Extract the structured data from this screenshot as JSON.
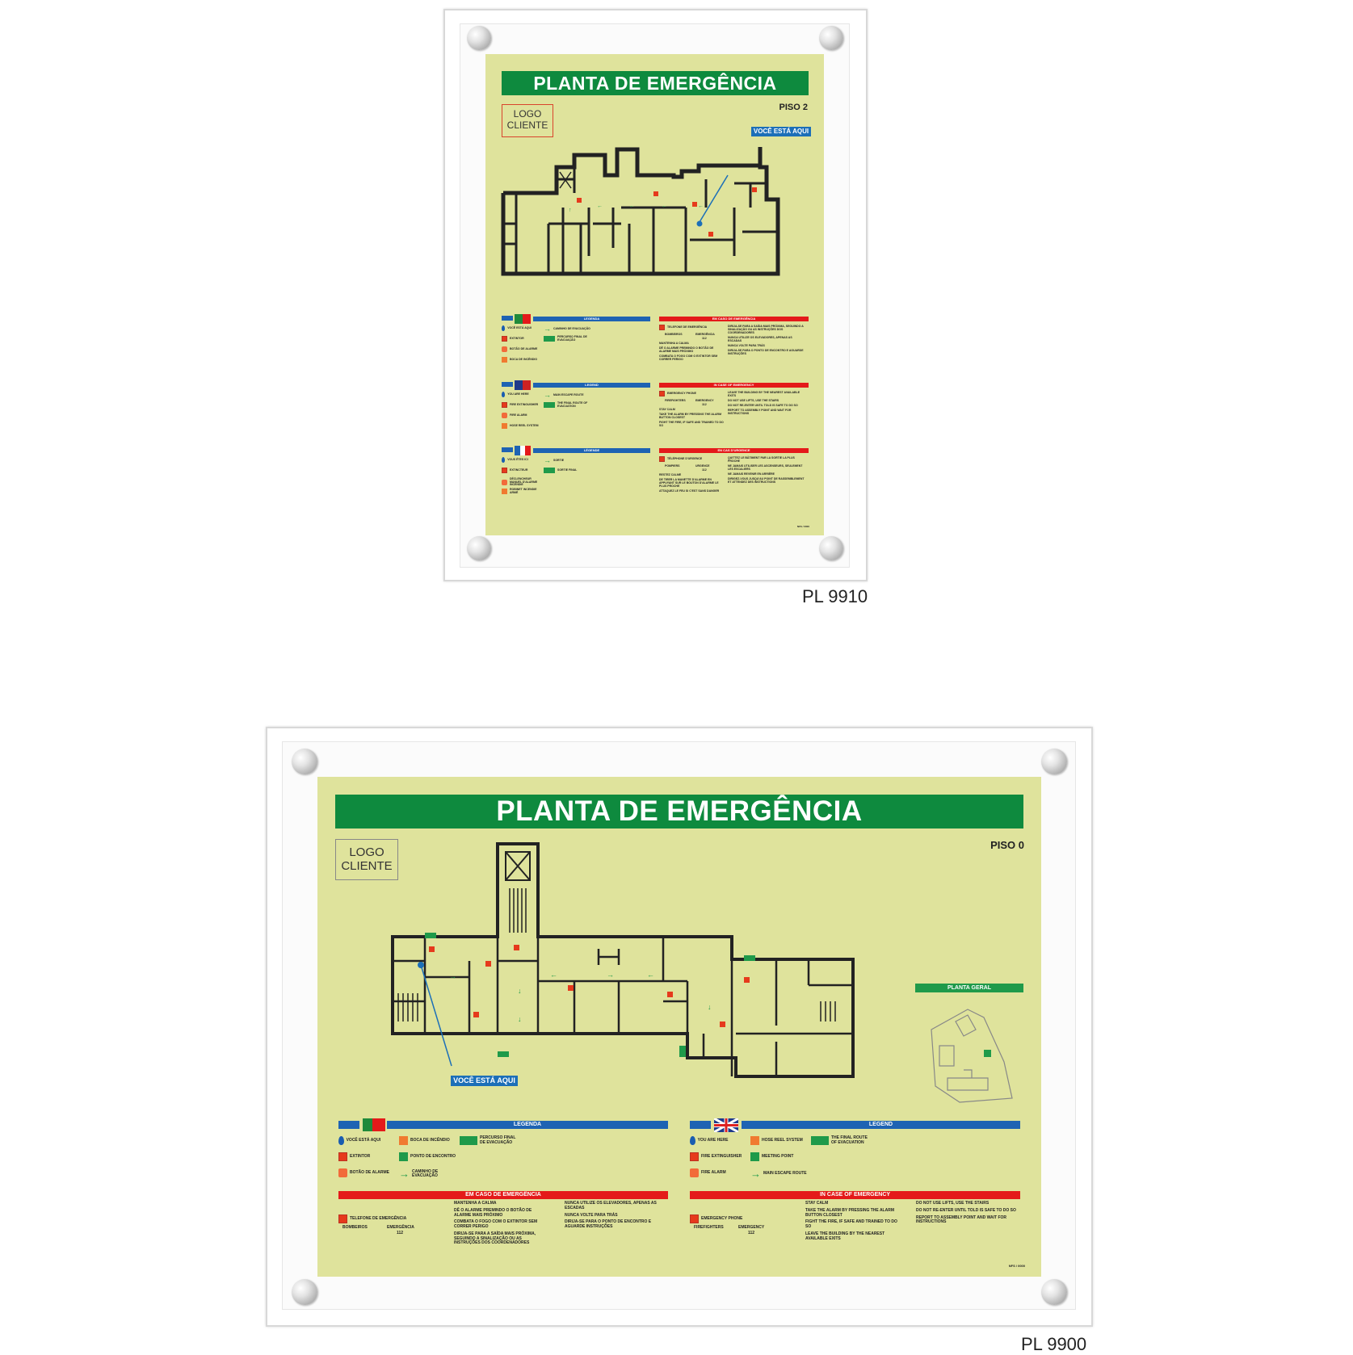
{
  "colors": {
    "panel": "#dfe39c",
    "title": "#0e8a3e",
    "legend_bar": "#1e63b3",
    "emergency_bar": "#e41a1a",
    "you_are_here": "#1c6fb8"
  },
  "top_sign": {
    "code": "PL 9910",
    "title": "PLANTA DE EMERGÊNCIA",
    "logo": [
      "LOGO",
      "CLIENTE"
    ],
    "floor": "PISO 2",
    "you_are_here": "VOCÊ ESTÁ AQUI",
    "sections": [
      {
        "legend": "LEGENDA",
        "emergency": "EM CASO DE EMERGÊNCIA",
        "items": [
          "VOCÊ ESTÁ AQUI",
          "EXTINTOR",
          "BOTÃO DE ALARME",
          "BOCA DE INCÊNDIO",
          "CAMINHO DE EVACUAÇÃO",
          "PERCURSO FINAL DE EVACUAÇÃO"
        ],
        "phone": "TELEFONE DE EMERGÊNCIA",
        "phone_cols": [
          "BOMBEIROS",
          "EMERGÊNCIA"
        ],
        "number": "112",
        "left": [
          "MANTENHA A CALMA",
          "DÊ O ALARME PREMINDO O BOTÃO DE ALARME MAIS PRÓXIMO",
          "COMBATA O FOGO COM O EXTINTOR SEM CORRER PERIGO"
        ],
        "right": [
          "DIRIJA-SE PARA A SAÍDA MAIS PRÓXIMA, SEGUINDO A SINALIZAÇÃO OU AS INSTRUÇÕES DOS COORDENADORES",
          "NUNCA UTILIZE OS ELEVADORES, APENAS AS ESCADAS",
          "NUNCA VOLTE PARA TRÁS",
          "DIRIJA-SE PARA O PONTO DE ENCONTRO E AGUARDE INSTRUÇÕES"
        ]
      },
      {
        "legend": "LEGEND",
        "emergency": "IN CASE OF EMERGENCY",
        "items": [
          "YOU ARE HERE",
          "FIRE EXTINGUISHER",
          "FIRE ALARM",
          "HOSE REEL SYSTEM",
          "MAIN ESCAPE ROUTE",
          "THE FINAL ROUTE OF EVACUATION"
        ],
        "phone": "EMERGENCY PHONE",
        "phone_cols": [
          "FIREFIGHTERS",
          "EMERGENCY"
        ],
        "number": "112",
        "left": [
          "STAY CALM",
          "TAKE THE ALARM BY PRESSING THE ALARM BUTTON CLOSEST",
          "FIGHT THE FIRE, IF SAFE AND TRAINED TO DO SO"
        ],
        "right": [
          "LEAVE THE BUILDING BY THE NEAREST AVAILABLE EXITS",
          "DO NOT USE LIFTS, USE THE STAIRS",
          "DO NOT RE-ENTER UNTIL TOLD IS SAFE TO DO SO",
          "REPORT TO ASSEMBLY POINT AND WAIT FOR INSTRUCTIONS"
        ]
      },
      {
        "legend": "LÉGENDE",
        "emergency": "EN CAS D'URGENCE",
        "items": [
          "VOUS ÊTES ICI",
          "EXTINCTEUR",
          "DÉCLENCHEUR MANUEL D'ALARME INCENDIE",
          "ROBINET INCENDIE ARMÉ",
          "SORTIE",
          "SORTIE FINAL"
        ],
        "phone": "TÉLÉPHONE D'URGENCE",
        "phone_cols": [
          "POMPIERS",
          "URGENCE"
        ],
        "number": "112",
        "left": [
          "RESTEZ CALME",
          "DE TIRER LA MANETTE D'ALARME EN APPUYANT SUR LE BOUTON D'ALARME LE PLUS PROCHE",
          "ATTAQUEZ LE FEU SI C'EST SANS DANGER"
        ],
        "right": [
          "QUITTEZ LE BÂTIMENT PAR LA SORTIE LA PLUS PROCHE",
          "NE JAMAIS UTILISER LES ASCENSEURS, SEULEMENT LES ESCALIERS",
          "NE JAMAIS REVENIR EN ARRIÈRE",
          "DIRIGEZ-VOUS JUSQU'AU POINT DE RASSEMBLEMENT ET ATTENDEZ DES INSTRUCTIONS"
        ]
      }
    ],
    "footer": "NFS / 0000"
  },
  "bottom_sign": {
    "code": "PL 9900",
    "title": "PLANTA DE EMERGÊNCIA",
    "logo": [
      "LOGO",
      "CLIENTE"
    ],
    "floor": "PISO 0",
    "you_are_here": "VOCÊ ESTÁ AQUI",
    "site_plan": "PLANTA GERAL",
    "pt": {
      "legend": "LEGENDA",
      "emergency": "EM CASO DE EMERGÊNCIA",
      "items": [
        "VOCÊ ESTÁ AQUI",
        "EXTINTOR",
        "BOTÃO DE ALARME",
        "BOCA DE INCÊNDIO",
        "PONTO DE ENCONTRO",
        "CAMINHO DE EVACUAÇÃO",
        "PERCURSO FINAL DE EVACUAÇÃO"
      ],
      "phone": "TELEFONE DE EMERGÊNCIA",
      "phone_cols": [
        "BOMBEIROS",
        "EMERGÊNCIA"
      ],
      "number": "112",
      "col1": [
        "MANTENHA A CALMA",
        "DÊ O ALARME PREMINDO O BOTÃO DE ALARME MAIS PRÓXIMO",
        "COMBATA O FOGO COM O EXTINTOR SEM CORRER PERIGO",
        "DIRIJA-SE PARA A SAÍDA MAIS PRÓXIMA, SEGUINDO A SINALIZAÇÃO OU AS INSTRUÇÕES DOS COORDENADORES"
      ],
      "col2": [
        "NUNCA UTILIZE OS ELEVADORES, APENAS AS ESCADAS",
        "NUNCA VOLTE PARA TRÁS",
        "DIRIJA-SE PARA O PONTO DE ENCONTRO E AGUARDE INSTRUÇÕES"
      ]
    },
    "en": {
      "legend": "LEGEND",
      "emergency": "IN CASE OF EMERGENCY",
      "items": [
        "YOU ARE HERE",
        "FIRE EXTINGUISHER",
        "FIRE ALARM",
        "HOSE REEL SYSTEM",
        "MEETING POINT",
        "MAIN ESCAPE ROUTE",
        "THE FINAL ROUTE OF EVACUATION"
      ],
      "phone": "EMERGENCY PHONE",
      "phone_cols": [
        "FIREFIGHTERS",
        "EMERGENCY"
      ],
      "number": "112",
      "col1": [
        "STAY CALM",
        "TAKE THE ALARM BY PRESSING THE ALARM BUTTON CLOSEST",
        "FIGHT THE FIRE, IF SAFE AND TRAINED TO DO SO",
        "LEAVE THE BUILDING BY THE NEAREST AVAILABLE EXITS"
      ],
      "col2": [
        "DO NOT USE LIFTS, USE THE STAIRS",
        "DO NOT RE-ENTER UNTIL TOLD IS SAFE TO DO SO",
        "REPORT TO ASSEMBLY POINT AND WAIT FOR INSTRUCTIONS"
      ]
    },
    "footer": "NFS / 0000"
  }
}
